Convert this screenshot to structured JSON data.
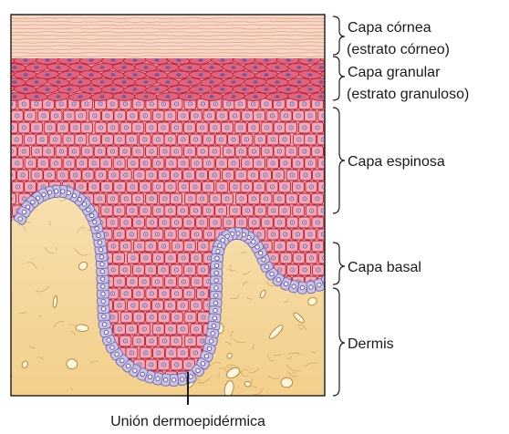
{
  "labels": {
    "stratum_corneum_line1": "Capa córnea",
    "stratum_corneum_line2": "(estrato córneo)",
    "stratum_granulosum_line1": "Capa granular",
    "stratum_granulosum_line2": "(estrato granuloso)",
    "stratum_spinosum": "Capa espinosa",
    "stratum_basale": "Capa basal",
    "dermis": "Dermis",
    "dermoepidermal_junction": "Unión dermoepidérmica"
  },
  "colors": {
    "corneum": "#f6d8c8",
    "corneum_lines": "#e7a98e",
    "granular_cell": "#e0647a",
    "spinous_cell": "#f4aab0",
    "cell_border": "#b3173b",
    "nucleus": "#6b5aa8",
    "basal_cell": "#c9c3e6",
    "basal_border": "#6f66a8",
    "dermis_light": "#fbeed1",
    "dermis_dark": "#f3d08c",
    "fiber": "#c9a25e",
    "frame": "#1a1a1a"
  }
}
